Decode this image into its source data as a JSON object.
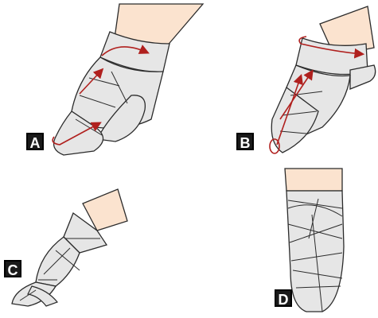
{
  "panels": [
    {
      "label": "A"
    },
    {
      "label": "B"
    },
    {
      "label": "C"
    },
    {
      "label": "D"
    }
  ],
  "colors": {
    "skin": "#fbe3cf",
    "bandage": "#e6e6e6",
    "outline": "#2b2b2b",
    "arrow": "#b0201e",
    "label_bg": "#1a1a1a",
    "label_text": "#ffffff"
  },
  "icons": [
    "bandaged-hand-illustration",
    "wrap-direction-arrow"
  ]
}
